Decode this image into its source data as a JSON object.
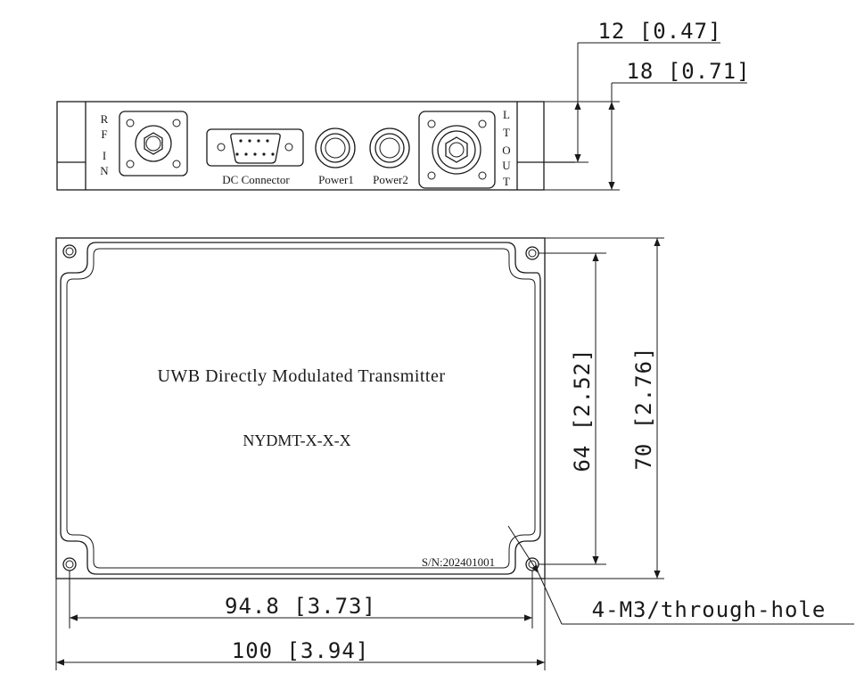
{
  "top_view": {
    "port_left_letters": [
      "R",
      "F",
      "I",
      "N"
    ],
    "port_right_letters": [
      "L",
      "T",
      "O",
      "U",
      "T"
    ],
    "dc_connector_label": "DC Connector",
    "power1_label": "Power1",
    "power2_label": "Power2"
  },
  "dimensions": {
    "dim_12": "12 [0.47]",
    "dim_18": "18 [0.71]",
    "dim_64": "64 [2.52]",
    "dim_70": "70 [2.76]",
    "dim_94_8": "94.8 [3.73]",
    "dim_100": "100 [3.94]"
  },
  "front_view": {
    "title": "UWB Directly Modulated Transmitter",
    "model": "NYDMT-X-X-X",
    "serial": "S/N:202401001"
  },
  "hole_callout": "4-M3/through-hole"
}
